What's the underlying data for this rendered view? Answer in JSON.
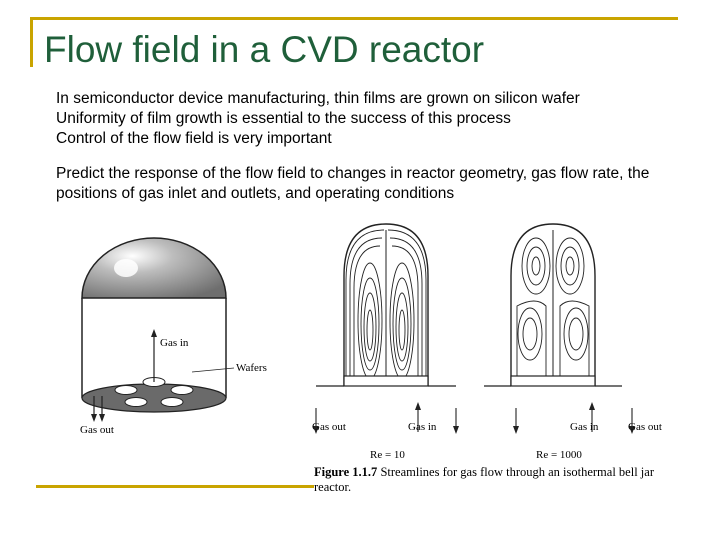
{
  "slide": {
    "title": "Flow field in a CVD reactor",
    "paragraph1": [
      "In semiconductor device manufacturing, thin films are grown on silicon wafer",
      "Uniformity of film growth is essential to the success of this process",
      "Control of the flow field is very important"
    ],
    "paragraph2": "Predict the response of the flow field to changes in reactor geometry, gas flow rate, the positions of gas inlet and outlets, and operating conditions"
  },
  "figure_left": {
    "gas_in": "Gas in",
    "wafers": "Wafers",
    "gas_out": "Gas out"
  },
  "figure_right": {
    "left_panel": {
      "gas_out": "Gas out",
      "gas_in": "Gas in",
      "re": "Re = 10"
    },
    "right_panel": {
      "gas_in": "Gas in",
      "gas_out": "Gas out",
      "re": "Re = 1000"
    },
    "caption_label": "Figure 1.1.7",
    "caption_text": "Streamlines for gas flow through an isothermal bell jar reactor."
  },
  "colors": {
    "title": "#1f5f3a",
    "frame": "#c9a400"
  }
}
